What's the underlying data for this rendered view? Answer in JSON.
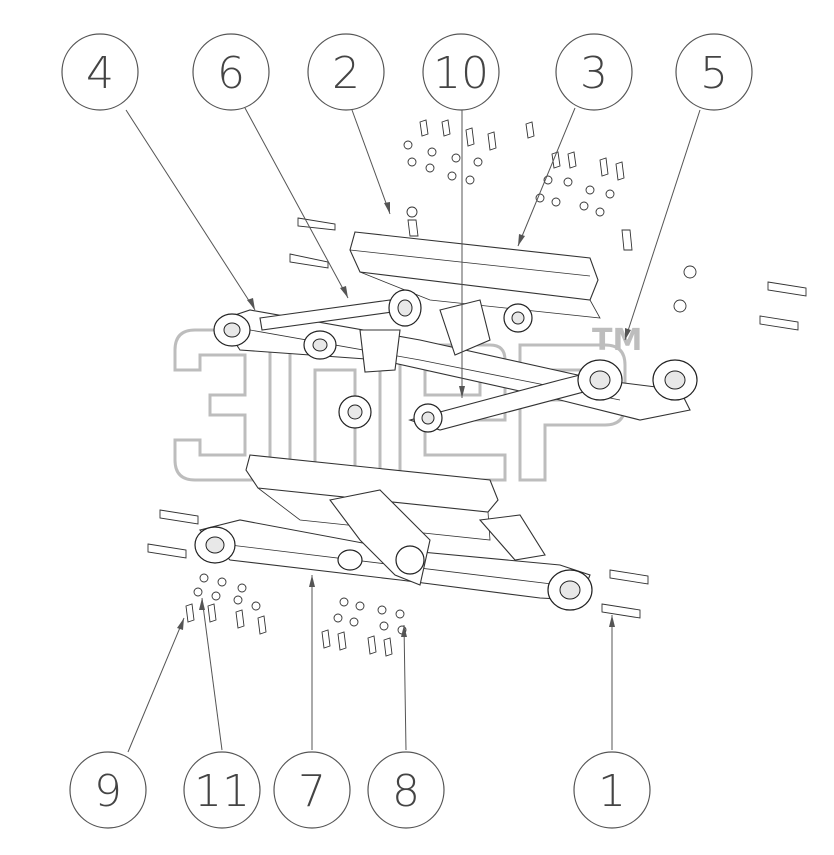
{
  "diagram": {
    "watermark_text": "ЭЛЕР",
    "watermark_mark": "TM",
    "callouts_top": [
      "4",
      "6",
      "2",
      "10",
      "3",
      "5"
    ],
    "callouts_bottom": [
      "9",
      "11",
      "7",
      "8",
      "1"
    ]
  }
}
